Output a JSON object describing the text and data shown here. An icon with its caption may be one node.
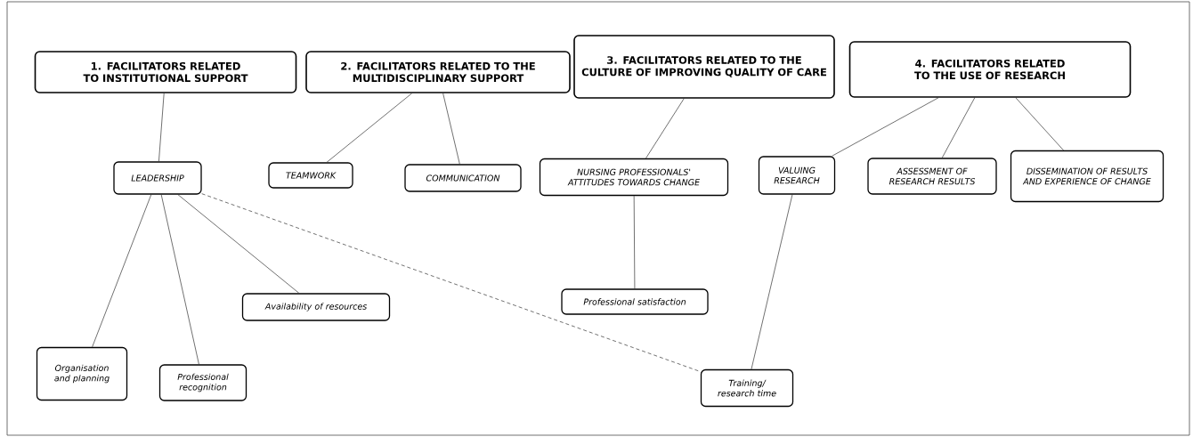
{
  "diagram": {
    "nodes": [
      {
        "text": [
          "1. FACILITATORS RELATED TO INSTITUTIONAL SUPPORT"
        ]
      },
      {
        "text": [
          "2. FACILITATORS RELATED TO THE MULTIDISCIPLINARY SUPPORT"
        ]
      },
      {
        "text": [
          "3. FACILITATORS RELATED TO THE CULTURE OF IMPROVING QUALITY OF CARE"
        ]
      },
      {
        "text": [
          "4. FACILITATORS RELATED TO THE USE OF RESEARCH"
        ]
      },
      {
        "text": [
          "LEADERSHIP"
        ]
      },
      {
        "text": [
          "TEAMWORK"
        ]
      },
      {
        "text": [
          "COMMUNICATION"
        ]
      },
      {
        "text": [
          "NURSING PROFESSIONALS' ATTITUDES TOWARDS CHANGE"
        ]
      },
      {
        "text": [
          "VALUING RESEARCH"
        ]
      },
      {
        "text": [
          "ASSESSMENT OF RESEARCH RESULTS"
        ]
      },
      {
        "text": [
          "DISSEMINATION OF RESULTS AND EXPERIENCE OF CHANGE"
        ]
      },
      {
        "text": [
          "Organisation and planning"
        ]
      },
      {
        "text": [
          "Professional recognition"
        ]
      },
      {
        "text": [
          "Availability of resources"
        ]
      },
      {
        "text": [
          "Professional satisfaction"
        ]
      },
      {
        "text": [
          "Training/ research time"
        ]
      }
    ],
    "edges": [
      {
        "from": 0,
        "to": 4,
        "arrow": "none"
      },
      {
        "from": 1,
        "to": 5,
        "arrow": "none"
      },
      {
        "from": 1,
        "to": 6,
        "arrow": "none"
      },
      {
        "from": 2,
        "to": 7,
        "arrow": "none"
      },
      {
        "from": 3,
        "to": 8,
        "arrow": "none"
      },
      {
        "from": 3,
        "to": 9,
        "arrow": "none"
      },
      {
        "from": 3,
        "to": 10,
        "arrow": "none"
      },
      {
        "from": 4,
        "to": 11,
        "arrow": "none"
      },
      {
        "from": 4,
        "to": 12,
        "arrow": "none"
      },
      {
        "from": 4,
        "to": 13,
        "arrow": "none"
      },
      {
        "from": 4,
        "to": 15,
        "arrow": "none",
        "style": "dashed"
      },
      {
        "from": 7,
        "to": 14,
        "arrow": "none"
      },
      {
        "from": 8,
        "to": 15,
        "arrow": "none"
      }
    ]
  }
}
